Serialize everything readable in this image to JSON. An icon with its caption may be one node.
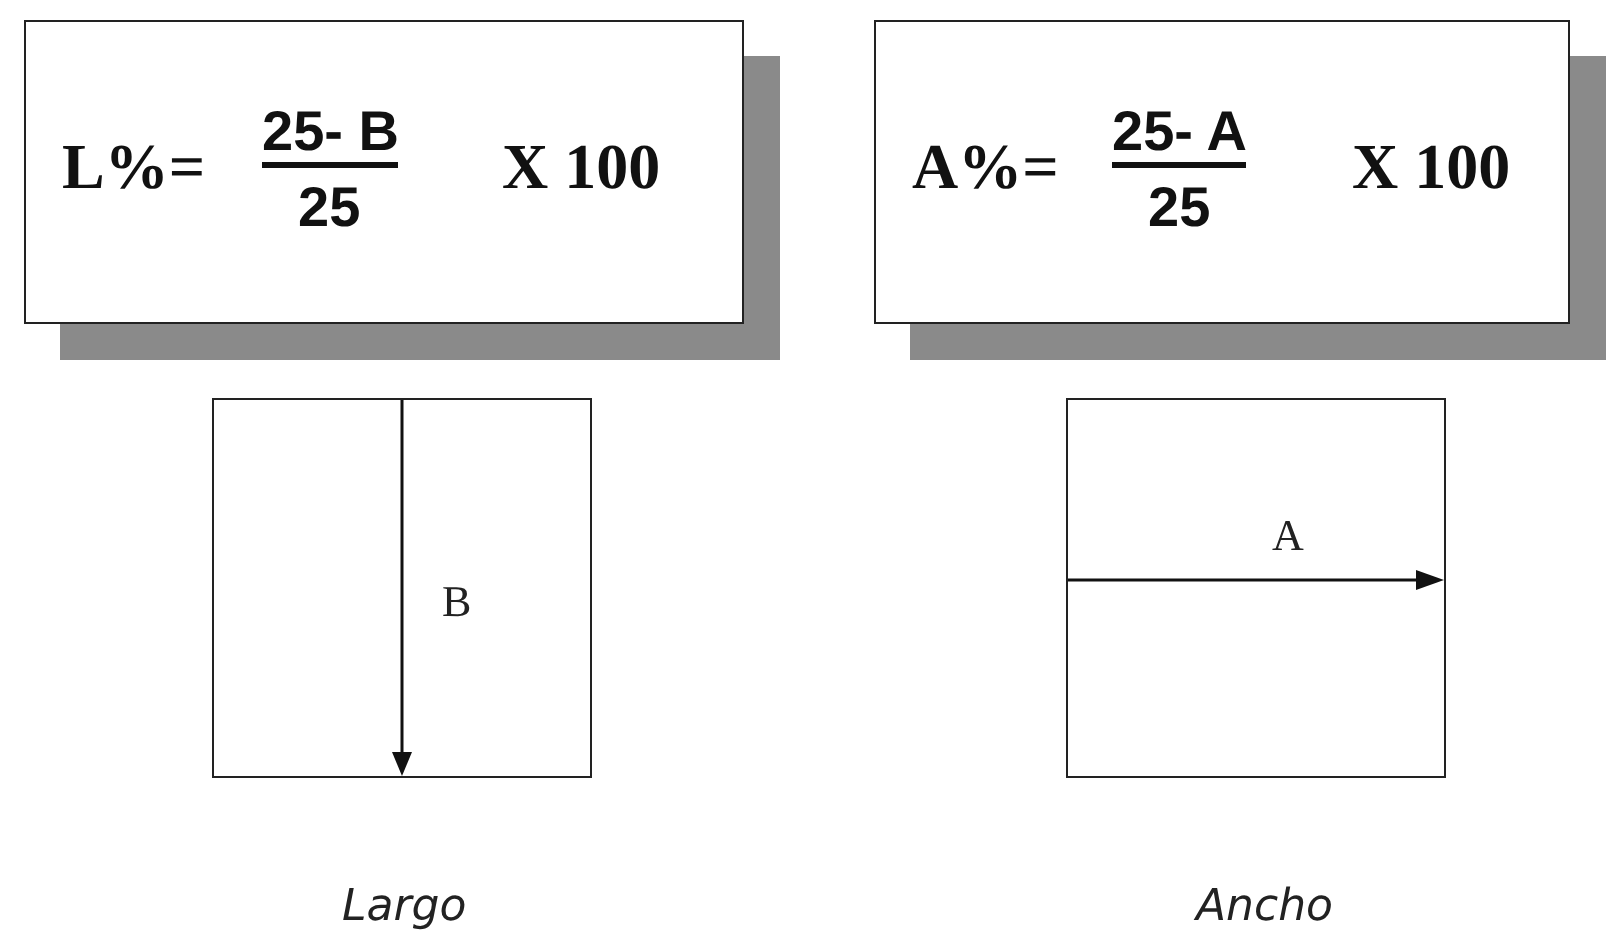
{
  "diagram": {
    "nodes": [
      {
        "text": [
          "L%=",
          "25- B",
          "25",
          "X 100"
        ]
      },
      {
        "text": [
          "A%=",
          "25- A",
          "25",
          "X 100"
        ]
      },
      {
        "text": [
          "B"
        ],
        "beside": [
          "Largo"
        ]
      },
      {
        "text": [
          "A"
        ],
        "beside": [
          "Ancho"
        ]
      }
    ],
    "edges": []
  }
}
